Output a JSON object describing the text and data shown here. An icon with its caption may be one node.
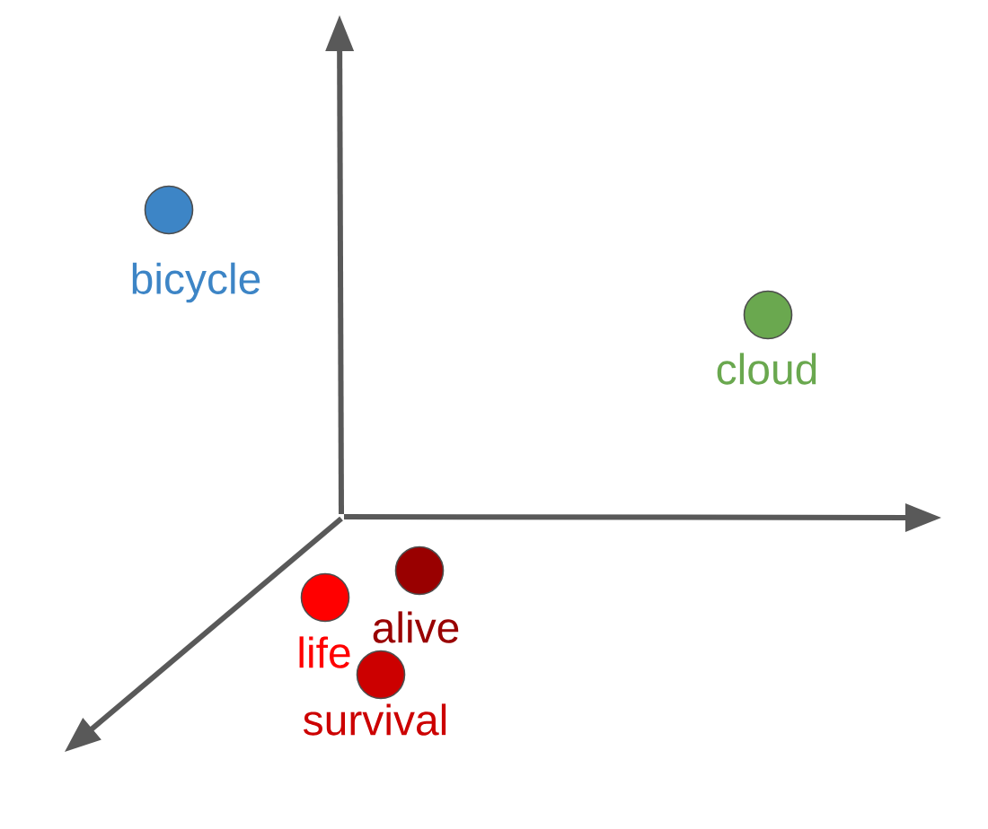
{
  "diagram": {
    "nodes": [
      {
        "text": [],
        "shape": "circle",
        "beside": [
          "bicycle"
        ]
      },
      {
        "text": [],
        "shape": "circle",
        "beside": [
          "cloud"
        ]
      },
      {
        "text": [],
        "shape": "circle",
        "beside": [
          "alive"
        ]
      },
      {
        "text": [],
        "shape": "circle",
        "beside": [
          "life"
        ]
      },
      {
        "text": [],
        "shape": "circle",
        "beside": [
          "survival"
        ]
      }
    ]
  }
}
